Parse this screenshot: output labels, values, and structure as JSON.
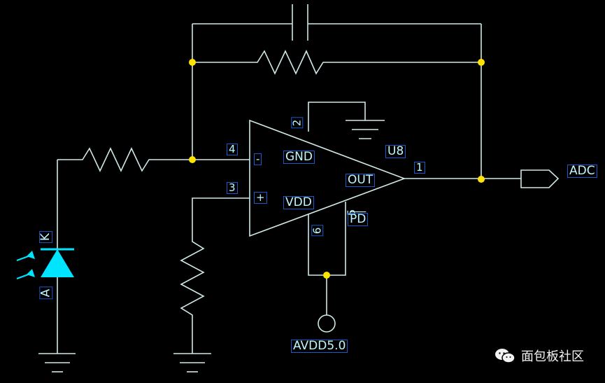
{
  "component": {
    "ref": "U8",
    "pins": {
      "inverting": {
        "number": "4",
        "symbol": "-"
      },
      "noninverting": {
        "number": "3",
        "symbol": "+"
      },
      "gnd": {
        "number": "2",
        "name": "GND"
      },
      "out": {
        "number": "1",
        "name": "OUT"
      },
      "vdd": {
        "number": "6",
        "name": "VDD"
      },
      "pd": {
        "number": "5",
        "name": "PD"
      }
    }
  },
  "diode": {
    "anode": "A",
    "cathode": "K"
  },
  "net_labels": {
    "output": "ADC",
    "supply": "AVDD5.0"
  },
  "watermark": "面包板社区",
  "colors": {
    "background": "#000000",
    "wire": "#cfe8e8",
    "junction": "#ffe400",
    "diode": "#00e5ff",
    "label": "#bff7ff",
    "label_box": "#1b58c8"
  }
}
